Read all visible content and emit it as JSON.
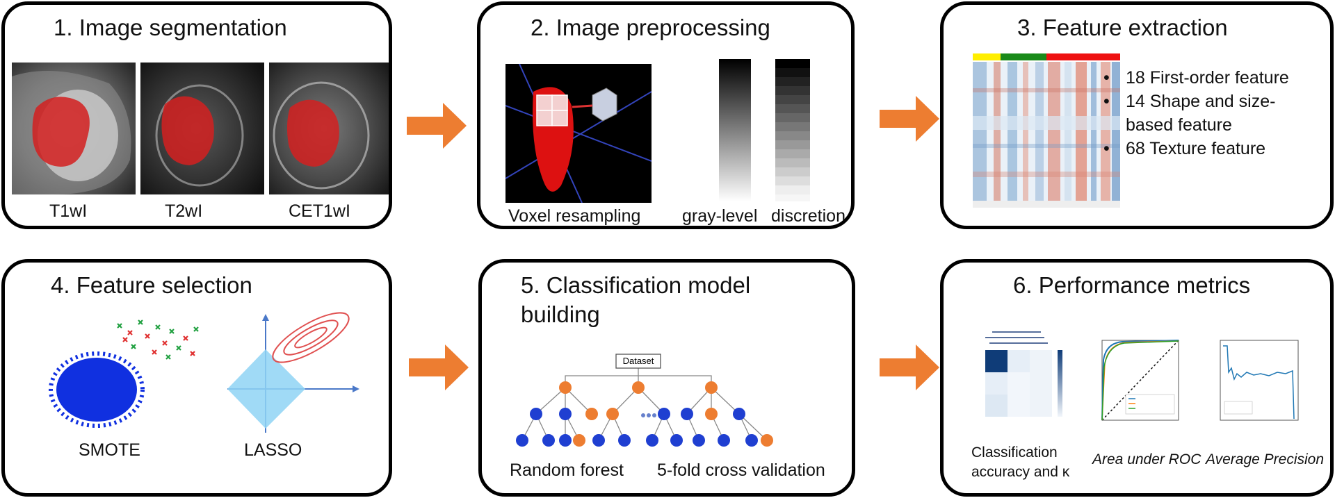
{
  "panels": [
    {
      "title": "1. Image segmentation",
      "captions": [
        "T1wI",
        "T2wI",
        "CET1wI"
      ]
    },
    {
      "title": "2. Image preprocessing",
      "captions": [
        "Voxel resampling",
        "gray-level",
        "discretion"
      ]
    },
    {
      "title": "3. Feature extraction",
      "bullets": [
        "18 First-order feature",
        "14 Shape and size-based feature",
        "68 Texture feature"
      ]
    },
    {
      "title": "4. Feature selection",
      "captions": [
        "SMOTE",
        "LASSO"
      ]
    },
    {
      "title_line1": "5. Classification model",
      "title_line2": "building",
      "tree_root": "Dataset",
      "captions": [
        "Random forest",
        "5-fold cross validation"
      ]
    },
    {
      "title": "6. Performance metrics",
      "caption1_line1": "Classification",
      "caption1_line2": "accuracy and κ",
      "caption2": "Area under ROC",
      "caption3": "Average Precision"
    }
  ],
  "colors": {
    "arrow": "#ed7d31",
    "tree_orange": "#ed7d31",
    "tree_blue": "#1f3fd1",
    "lesion": "#d42020",
    "smote_blue": "#1030e0"
  }
}
